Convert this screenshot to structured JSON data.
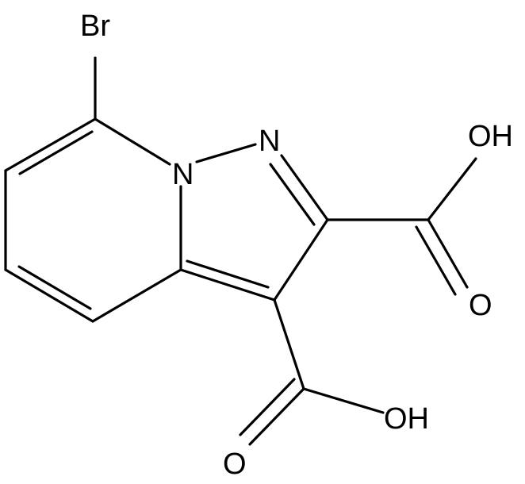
{
  "molecule": {
    "atoms": {
      "bromine": "Br",
      "nitrogen_bridgehead": "N",
      "nitrogen_pyrazole": "N",
      "hydroxyl_top": "OH",
      "carbonyl_top": "O",
      "hydroxyl_bottom": "OH",
      "carbonyl_bottom": "O"
    }
  }
}
